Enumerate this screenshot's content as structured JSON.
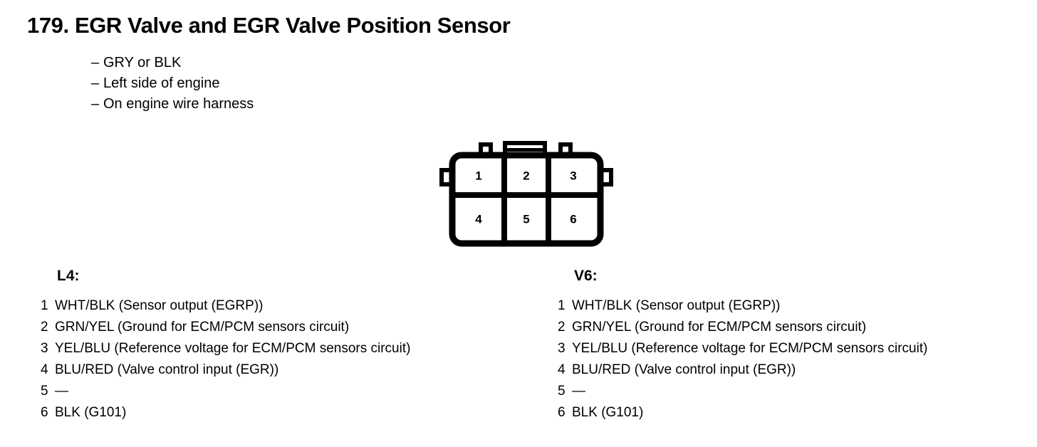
{
  "header": {
    "number": "179.",
    "title": "179. EGR Valve and EGR Valve Position Sensor",
    "bullets": [
      {
        "dash": "–",
        "text": "GRY or BLK"
      },
      {
        "dash": "–",
        "text": "Left side of engine"
      },
      {
        "dash": "–",
        "text": "On engine wire harness"
      }
    ]
  },
  "connector": {
    "name": "6-pin-connector",
    "rows": 2,
    "columns": 3,
    "pin_labels": [
      "1",
      "2",
      "3",
      "4",
      "5",
      "6"
    ],
    "outline_color": "#000000",
    "fill_color": "#ffffff"
  },
  "columns": [
    {
      "heading": "L4:",
      "pins": [
        {
          "index": "1",
          "desc": "WHT/BLK (Sensor output (EGRP))"
        },
        {
          "index": "2",
          "desc": "GRN/YEL (Ground for ECM/PCM sensors circuit)"
        },
        {
          "index": "3",
          "desc": "YEL/BLU (Reference voltage for ECM/PCM sensors circuit)"
        },
        {
          "index": "4",
          "desc": "BLU/RED (Valve control input (EGR))"
        },
        {
          "index": "5",
          "desc": "—"
        },
        {
          "index": "6",
          "desc": "BLK (G101)"
        }
      ]
    },
    {
      "heading": "V6:",
      "pins": [
        {
          "index": "1",
          "desc": "WHT/BLK (Sensor output (EGRP))"
        },
        {
          "index": "2",
          "desc": "GRN/YEL (Ground for ECM/PCM sensors circuit)"
        },
        {
          "index": "3",
          "desc": "YEL/BLU (Reference voltage for ECM/PCM sensors circuit)"
        },
        {
          "index": "4",
          "desc": "BLU/RED (Valve control input (EGR))"
        },
        {
          "index": "5",
          "desc": "—"
        },
        {
          "index": "6",
          "desc": "BLK (G101)"
        }
      ]
    }
  ]
}
